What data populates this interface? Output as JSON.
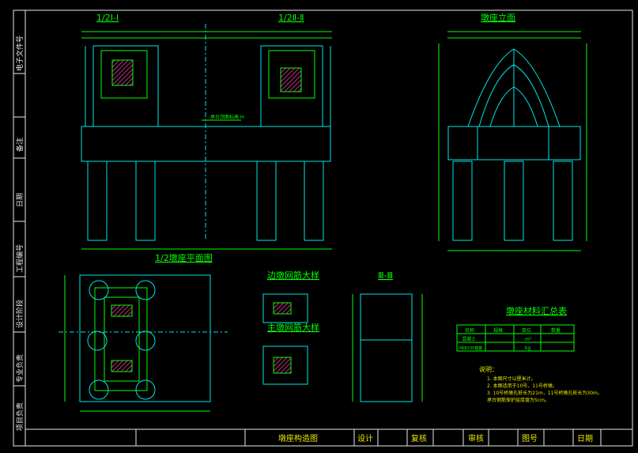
{
  "views": {
    "left_half_elev": "1/2Ⅰ-Ⅰ",
    "right_half_elev": "1/2Ⅱ-Ⅱ",
    "side_elev": "墩座立面",
    "half_plan": "1/2墩座平面图",
    "section3": "Ⅲ-Ⅲ",
    "edge_rebar": "边墩网筋大样",
    "main_rebar": "主墩网筋大样",
    "material_table": "墩座材料汇总表"
  },
  "level_note": "承台顶面标高 H",
  "table": {
    "headers": [
      "名称",
      "规格",
      "单位",
      "数量"
    ],
    "rows": [
      [
        "混凝土",
        "",
        "m³",
        ""
      ],
      [
        "HRB335钢筋",
        "",
        "kg",
        ""
      ]
    ]
  },
  "notes": {
    "title": "说明：",
    "lines": [
      "1. 本图尺寸以厘米计。",
      "2. 本图适用于10号、11号桥墩。",
      "3. 10号桥墩孔桩长为21m，11号桥墩孔桩长为30m。",
      "   承台钢筋保护层厚度为5cm。"
    ]
  },
  "left_strip": [
    "电子文件号",
    "备注",
    "日期",
    "工程编号",
    "设计阶段",
    "专业负责",
    "项目负责"
  ],
  "title_block": {
    "drawing_title": "墩座构造图",
    "design": "设计",
    "review": "复核",
    "approve": "审核",
    "drawing_no": "图号",
    "date": "日期"
  },
  "colors": {
    "background": "#000000",
    "frame": "#e8e8e8",
    "outline": "#00ff00",
    "detail": "#00e5e5",
    "title_text": "#e8e800",
    "hatch": "#c0307f"
  }
}
